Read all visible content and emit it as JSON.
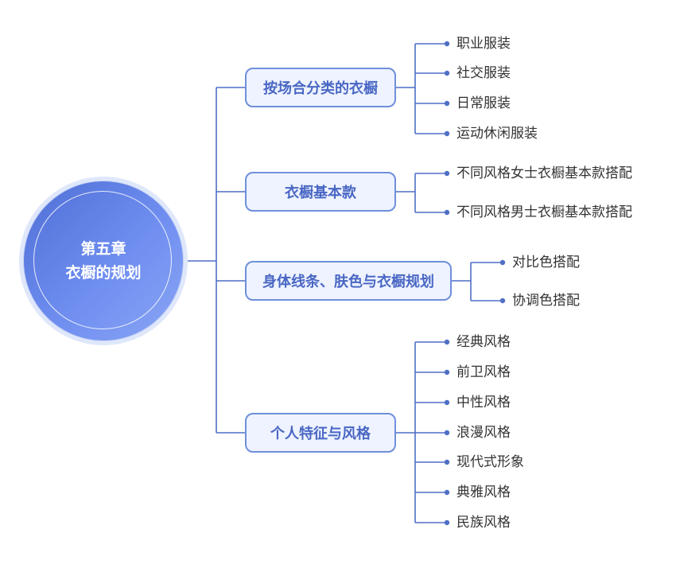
{
  "root": {
    "line1": "第五章",
    "line2": "衣橱的规划"
  },
  "branches": [
    {
      "label": "按场合分类的衣橱",
      "children": [
        "职业服装",
        "社交服装",
        "日常服装",
        "运动休闲服装"
      ]
    },
    {
      "label": "衣橱基本款",
      "children": [
        "不同风格女士衣橱基本款搭配",
        "不同风格男士衣橱基本款搭配"
      ]
    },
    {
      "label": "身体线条、肤色与衣橱规划",
      "children": [
        "对比色搭配",
        "协调色搭配"
      ]
    },
    {
      "label": "个人特征与风格",
      "children": [
        "经典风格",
        "前卫风格",
        "中性风格",
        "浪漫风格",
        "现代式形象",
        "典雅风格",
        "民族风格"
      ]
    }
  ],
  "colors": {
    "line": "#4f6fc6",
    "accent": "#4a67c4",
    "box_fill": "#eef3ff",
    "box_border": "#6f8fdb"
  }
}
